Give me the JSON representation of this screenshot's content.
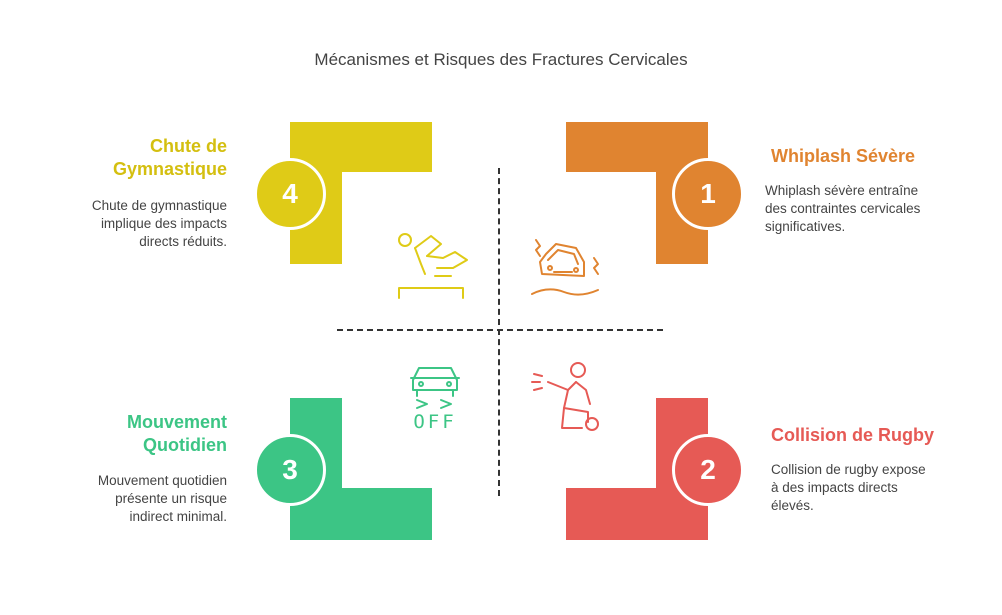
{
  "title": "Mécanismes et Risques des Fractures Cervicales",
  "colors": {
    "yellow": "#DFCB17",
    "orange": "#E08430",
    "green": "#3CC585",
    "red": "#E65A55"
  },
  "quadrants": {
    "q4": {
      "number": "4",
      "heading_line1": "Chute de",
      "heading_line2": "Gymnastique",
      "desc_line1": "Chute de gymnastique",
      "desc_line2": "implique des impacts",
      "desc_line3": "directs réduits.",
      "icon": "gymnast-fall-icon"
    },
    "q1": {
      "number": "1",
      "heading_line1": "Whiplash Sévère",
      "desc_line1": "Whiplash sévère entraîne",
      "desc_line2": "des contraintes cervicales",
      "desc_line3": "significatives.",
      "icon": "car-crash-icon"
    },
    "q3": {
      "number": "3",
      "heading_line1": "Mouvement",
      "heading_line2": "Quotidien",
      "desc_line1": "Mouvement quotidien",
      "desc_line2": "présente un risque",
      "desc_line3": "indirect minimal.",
      "icon": "car-off-icon",
      "icon_text": "OFF"
    },
    "q2": {
      "number": "2",
      "heading_line1": "Collision de Rugby",
      "desc_line1": "Collision de rugby expose",
      "desc_line2": "à des impacts directs",
      "desc_line3": "élevés.",
      "icon": "rugby-player-icon"
    }
  }
}
